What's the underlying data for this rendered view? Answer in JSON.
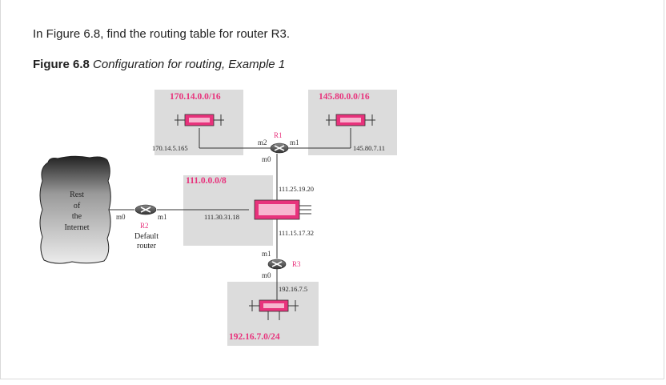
{
  "question": "In Figure 6.8, find the routing table for router R3.",
  "figure": {
    "number": "Figure 6.8 ",
    "title": "Configuration for routing, Example 1"
  },
  "diagram": {
    "networks": [
      "170.14.0.0/16",
      "145.80.0.0/16",
      "111.0.0.0/8",
      "192.16.7.0/24"
    ],
    "routers": {
      "r1": "R1",
      "r2": "R2",
      "r3": "R3"
    },
    "default_router": [
      "Default",
      "router"
    ],
    "cloud": [
      "Rest",
      "of",
      "the",
      "Internet"
    ],
    "interfaces": {
      "r1_m2": "m2",
      "r1_m1": "m1",
      "r1_m0": "m0",
      "r2_m0": "m0",
      "r2_m1": "m1",
      "r3_m1": "m1",
      "r3_m0": "m0"
    },
    "addresses": {
      "r1_m2": "170.14.5.165",
      "r1_m1": "145.80.7.11",
      "r1_m0": "111.25.19.20",
      "r2_m1": "111.30.31.18",
      "r3_m1": "111.15.17.32",
      "r3_m0": "192.16.7.5"
    },
    "colors": {
      "label": "#e8327c",
      "network_box": "#dcdcdc"
    }
  }
}
